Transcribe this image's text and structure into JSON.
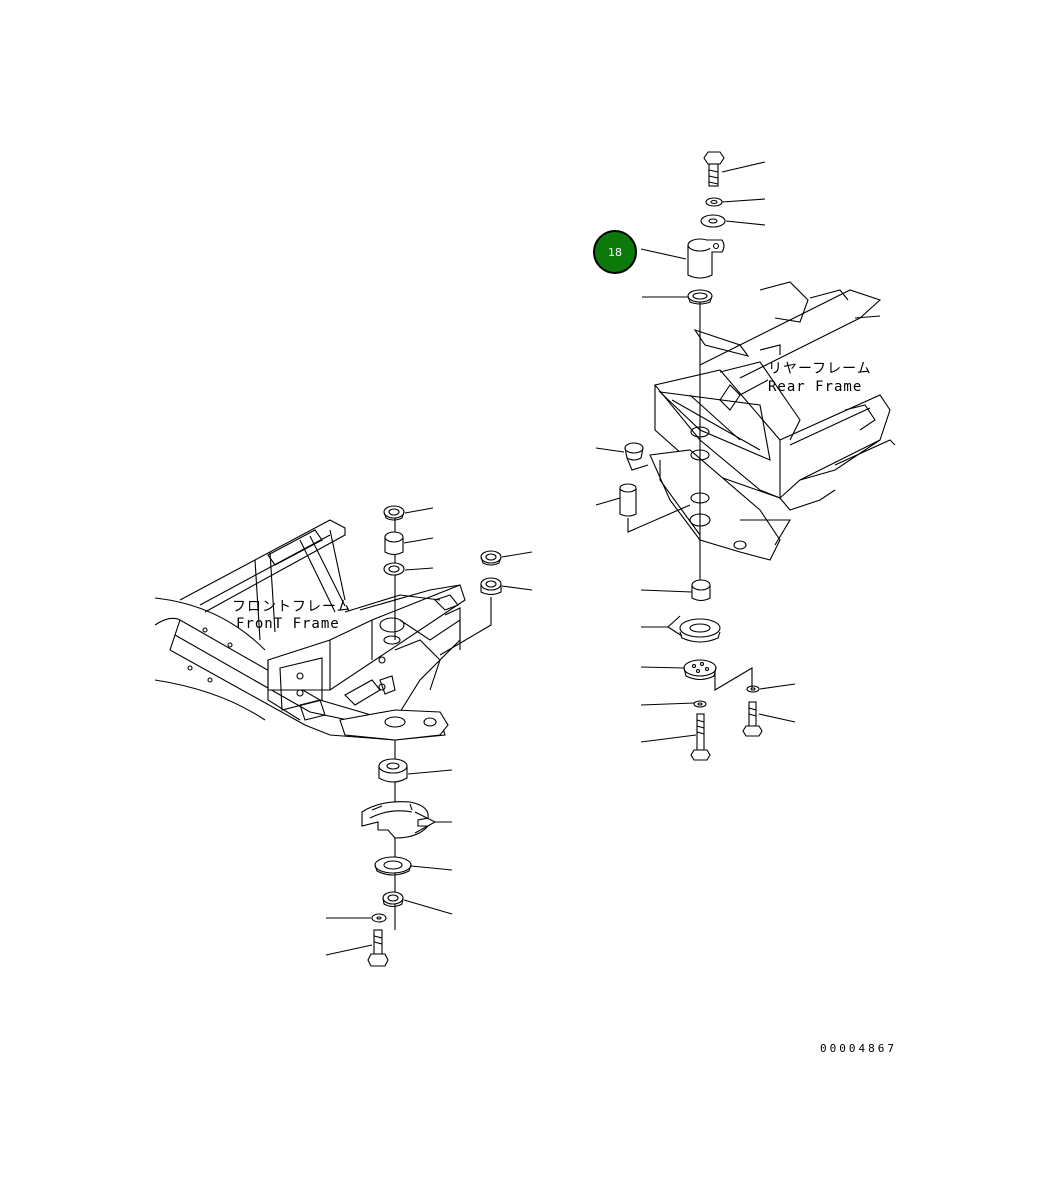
{
  "labels": {
    "front_frame_jp": "フロントフレーム",
    "front_frame_en": "FronT Frame",
    "rear_frame_jp": "リヤーフレーム",
    "rear_frame_en": "Rear Frame"
  },
  "callout": {
    "number": "18",
    "color": "#0b7a0b"
  },
  "drawing_code": "00004867"
}
